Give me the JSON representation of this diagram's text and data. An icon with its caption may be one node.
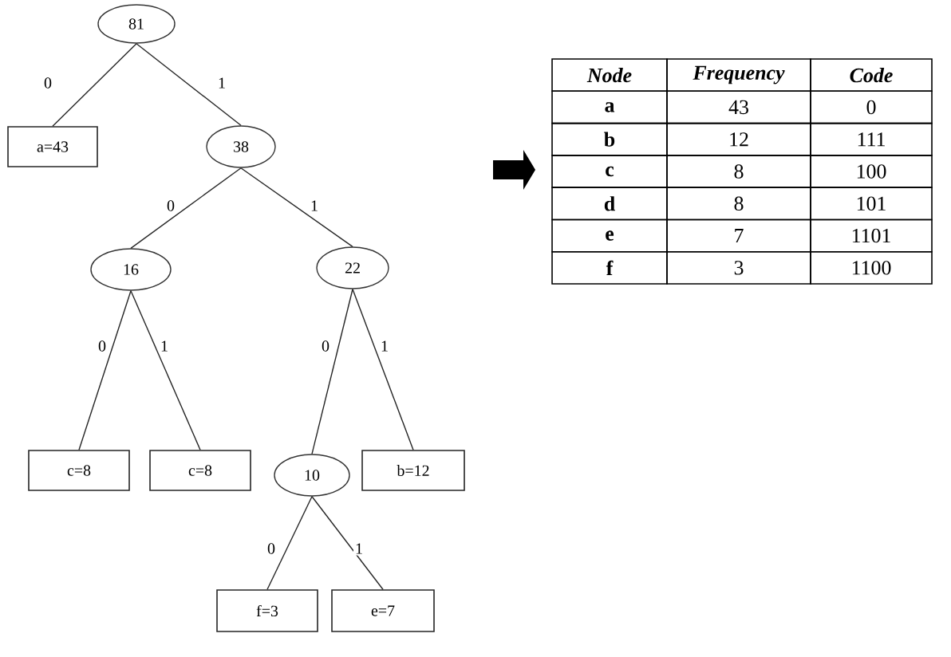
{
  "diagram": {
    "nodes": [
      {
        "text": [
          "81"
        ]
      },
      {
        "text": [
          "a=43"
        ]
      },
      {
        "text": [
          "38"
        ]
      },
      {
        "text": [
          "16"
        ]
      },
      {
        "text": [
          "22"
        ]
      },
      {
        "text": [
          "c=8"
        ]
      },
      {
        "text": [
          "c=8"
        ]
      },
      {
        "text": [
          "10"
        ]
      },
      {
        "text": [
          "b=12"
        ]
      },
      {
        "text": [
          "f=3"
        ]
      },
      {
        "text": [
          "e=7"
        ]
      }
    ],
    "edges": [
      {
        "from": 0,
        "to": 1,
        "arrow": "none",
        "label": "0"
      },
      {
        "from": 0,
        "to": 2,
        "arrow": "none",
        "label": "1"
      },
      {
        "from": 2,
        "to": 3,
        "arrow": "none",
        "label": "0"
      },
      {
        "from": 2,
        "to": 4,
        "arrow": "none",
        "label": "1"
      },
      {
        "from": 3,
        "to": 5,
        "arrow": "none",
        "label": "0"
      },
      {
        "from": 3,
        "to": 6,
        "arrow": "none",
        "label": "1"
      },
      {
        "from": 4,
        "to": 7,
        "arrow": "none",
        "label": "0"
      },
      {
        "from": 4,
        "to": 8,
        "arrow": "none",
        "label": "1"
      },
      {
        "from": 7,
        "to": 9,
        "arrow": "none",
        "label": "0"
      },
      {
        "from": 7,
        "to": 10,
        "arrow": "none",
        "label": "1"
      }
    ],
    "labels": [
      "Node",
      "Frequency",
      "Code",
      "a",
      "43",
      "0",
      "b",
      "12",
      "111",
      "c",
      "8",
      "100",
      "d",
      "8",
      "101",
      "e",
      "7",
      "1101",
      "f",
      "3",
      "1100"
    ]
  }
}
